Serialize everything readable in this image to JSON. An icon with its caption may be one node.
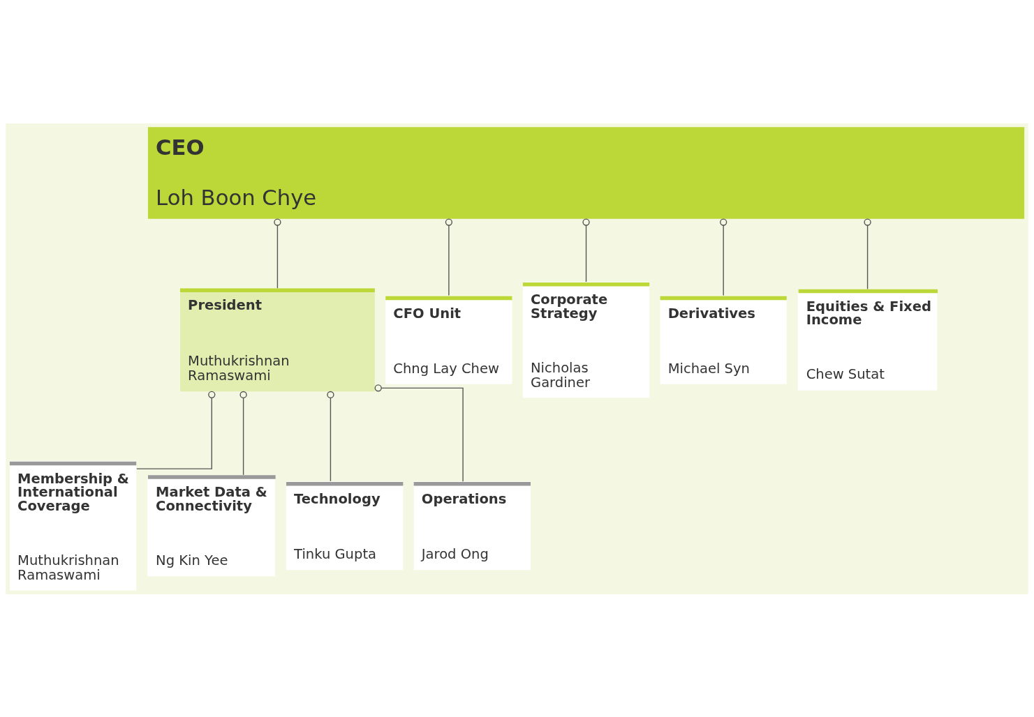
{
  "diagram": {
    "nodes": [
      {
        "text": [
          "CEO",
          "Loh Boon Chye"
        ]
      },
      {
        "text": [
          "President",
          "Muthukrishnan Ramaswami"
        ]
      },
      {
        "text": [
          "CFO Unit",
          "Chng Lay Chew"
        ]
      },
      {
        "text": [
          "Corporate Strategy",
          "Nicholas Gardiner"
        ]
      },
      {
        "text": [
          "Derivatives",
          "Michael Syn"
        ]
      },
      {
        "text": [
          "Equities & Fixed Income",
          "Chew Sutat"
        ]
      },
      {
        "text": [
          "Membership & International Coverage",
          "Muthukrishnan Ramaswami"
        ]
      },
      {
        "text": [
          "Market Data & Connectivity",
          "Ng Kin Yee"
        ]
      },
      {
        "text": [
          "Technology",
          "Tinku Gupta"
        ]
      },
      {
        "text": [
          "Operations",
          "Jarod Ong"
        ]
      }
    ],
    "edges": [
      {
        "from": 0,
        "to": 1,
        "arrow": "other"
      },
      {
        "from": 0,
        "to": 2,
        "arrow": "other"
      },
      {
        "from": 0,
        "to": 3,
        "arrow": "other"
      },
      {
        "from": 0,
        "to": 4,
        "arrow": "other"
      },
      {
        "from": 0,
        "to": 5,
        "arrow": "other"
      },
      {
        "from": 1,
        "to": 6,
        "arrow": "other"
      },
      {
        "from": 1,
        "to": 7,
        "arrow": "other"
      },
      {
        "from": 1,
        "to": 8,
        "arrow": "other"
      },
      {
        "from": 1,
        "to": 9,
        "arrow": "other"
      }
    ]
  }
}
